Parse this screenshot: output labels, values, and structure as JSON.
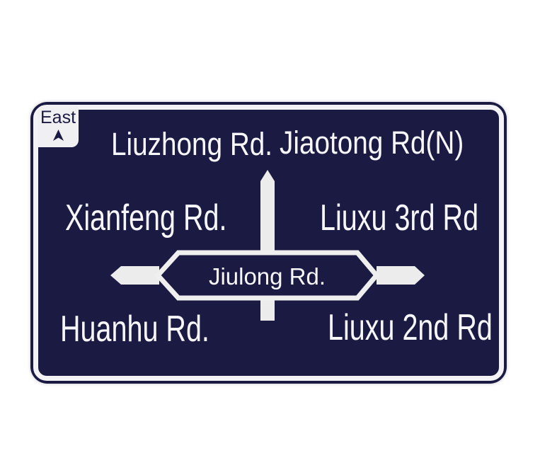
{
  "sign": {
    "type": "intersection-guide-road-sign",
    "direction_tab": {
      "label": "East",
      "arrow_icon": "up-arrow"
    },
    "roads": {
      "top_left": "Liuzhong Rd.",
      "top_right": "Jiaotong Rd(N)",
      "middle_left": "Xianfeng Rd.",
      "middle_right": "Liuxu 3rd Rd",
      "center": "Jiulong Rd.",
      "bottom_left": "Huanhu Rd.",
      "bottom_right": "Liuxu 2nd Rd"
    },
    "colors": {
      "panel_navy": "#1a1a42",
      "road_white": "#edecec",
      "border_white": "#f3f3f5",
      "text_white": "#f7f7fa"
    }
  }
}
